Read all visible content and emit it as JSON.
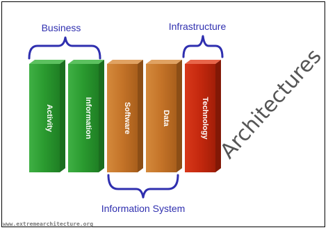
{
  "groups": {
    "business": "Business",
    "infrastructure": "Infrastructure",
    "information_system": "Information System"
  },
  "columns": [
    {
      "label": "Activity",
      "color": "#2e9e32"
    },
    {
      "label": "Information",
      "color": "#2e9e32"
    },
    {
      "label": "Software",
      "color": "#c47428"
    },
    {
      "label": "Data",
      "color": "#c47428"
    },
    {
      "label": "Technology",
      "color": "#c4280e"
    }
  ],
  "title": "Architectures",
  "footer_url": "www.extremearchitecture.org",
  "colors": {
    "brace": "#2f2faf",
    "label": "#2f2faf",
    "title": "#555555"
  }
}
